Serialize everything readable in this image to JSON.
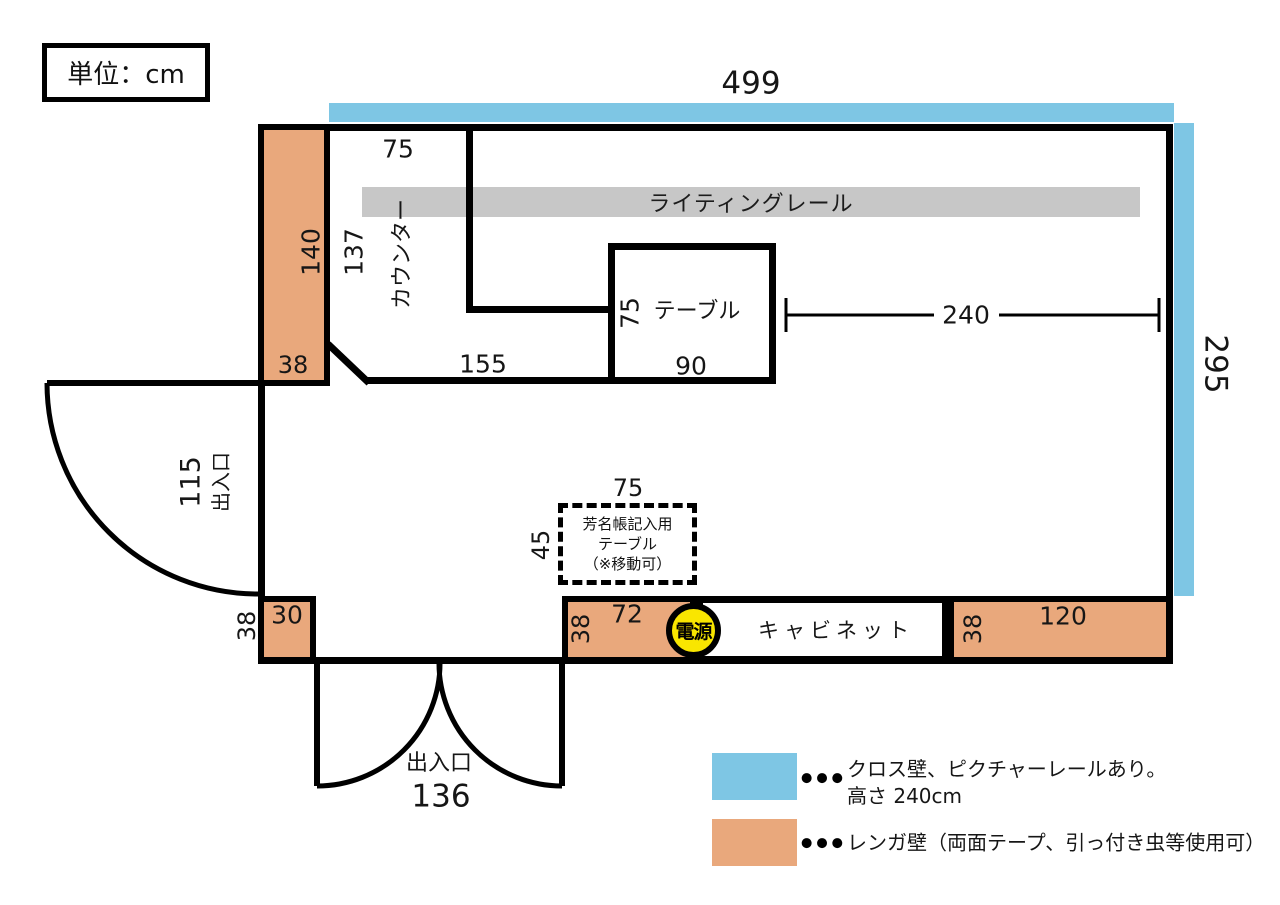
{
  "unit_box": {
    "label": "単位：cm"
  },
  "room": {
    "top_dim": "499",
    "right_dim": "295",
    "open_dim": "240"
  },
  "walls": {
    "left_top": {
      "length": "140",
      "thickness": "38"
    },
    "bottom_left": {
      "length": "30",
      "thickness": "38"
    },
    "bottom_mid": {
      "length": "72",
      "thickness": "38"
    },
    "bottom_right": {
      "length": "120",
      "thickness": "38"
    }
  },
  "counter": {
    "label": "カウンター",
    "top_width": "75",
    "length": "137",
    "clearance": "155"
  },
  "lighting_rail": {
    "label": "ライティングレール"
  },
  "table": {
    "label": "テーブル",
    "width": "90",
    "depth": "75"
  },
  "guest_table": {
    "line1": "芳名帳記入用",
    "line2": "テーブル",
    "line3": "（※移動可）",
    "width": "75",
    "depth": "45"
  },
  "doors": {
    "left": {
      "label": "出入口",
      "width": "115",
      "wall_thickness": "38"
    },
    "bottom": {
      "label": "出入口",
      "width": "136"
    }
  },
  "power": {
    "label": "電源"
  },
  "cabinet": {
    "label": "キャビネット"
  },
  "legend": {
    "dots": "●●●",
    "cross_wall": {
      "line1": "クロス壁、ピクチャーレールあり。",
      "line2": "高さ 240cm"
    },
    "brick_wall": {
      "text": "レンガ壁（両面テープ、引っ付き虫等使用可）"
    }
  },
  "colors": {
    "blue": "#7EC6E4",
    "orange": "#E9A87C",
    "gray": "#C7C7C7",
    "yellow": "#F9E600"
  }
}
